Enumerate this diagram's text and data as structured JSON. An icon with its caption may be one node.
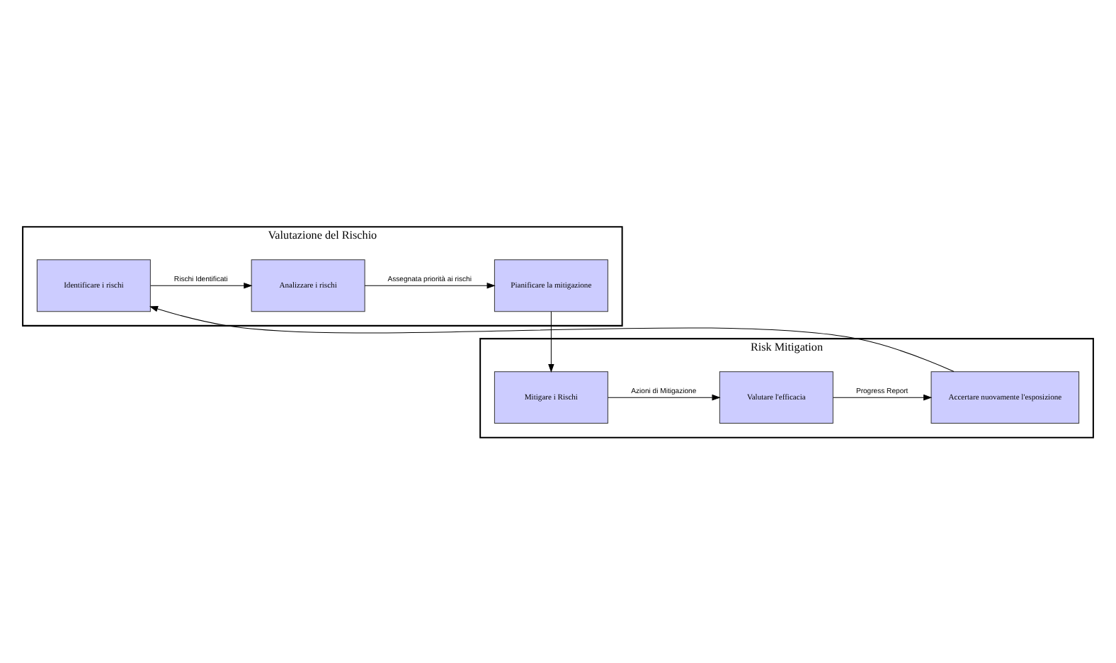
{
  "diagram": {
    "nodes": [
      {
        "text": [
          "Valutazione del Rischio"
        ]
      },
      {
        "text": [
          "Identificare i rischi"
        ],
        "in": 0
      },
      {
        "text": [
          "Analizzare i rischi"
        ],
        "in": 0
      },
      {
        "text": [
          "Pianificare la mitigazione"
        ],
        "in": 0
      },
      {
        "text": [
          "Risk Mitigation"
        ]
      },
      {
        "text": [
          "Accertare nuovamente l'esposizione"
        ],
        "in": 4
      },
      {
        "text": [
          "Valutare l'efficacia"
        ],
        "in": 4
      },
      {
        "text": [
          "Mitigare i Rischi"
        ],
        "in": 4
      }
    ],
    "edges": [
      {
        "from": 1,
        "to": 2,
        "arrow": "to",
        "label": "Rischi Identificati"
      },
      {
        "from": 2,
        "to": 3,
        "arrow": "to",
        "label": "Assegnata priorità ai rischi"
      },
      {
        "from": 3,
        "to": 7,
        "arrow": "to"
      },
      {
        "from": 7,
        "to": 6,
        "arrow": "to",
        "label": "Azioni di Mitigazione"
      },
      {
        "from": 6,
        "to": 5,
        "arrow": "to",
        "label": "Progress Report"
      },
      {
        "from": 5,
        "to": 1,
        "arrow": "to"
      }
    ]
  }
}
